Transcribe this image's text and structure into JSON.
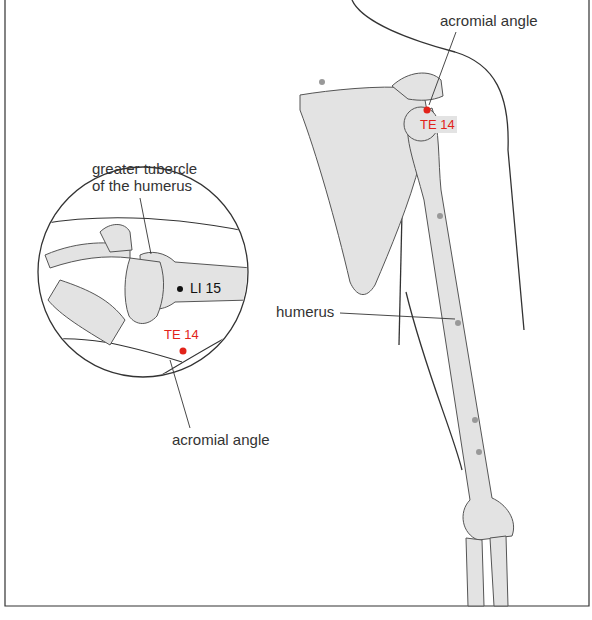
{
  "diagram": {
    "labels": [
      "acromial angle",
      "TE 14",
      "greater tubercle of the humerus",
      "LI 15",
      "humerus",
      "TE 14",
      "acromial angle"
    ]
  }
}
